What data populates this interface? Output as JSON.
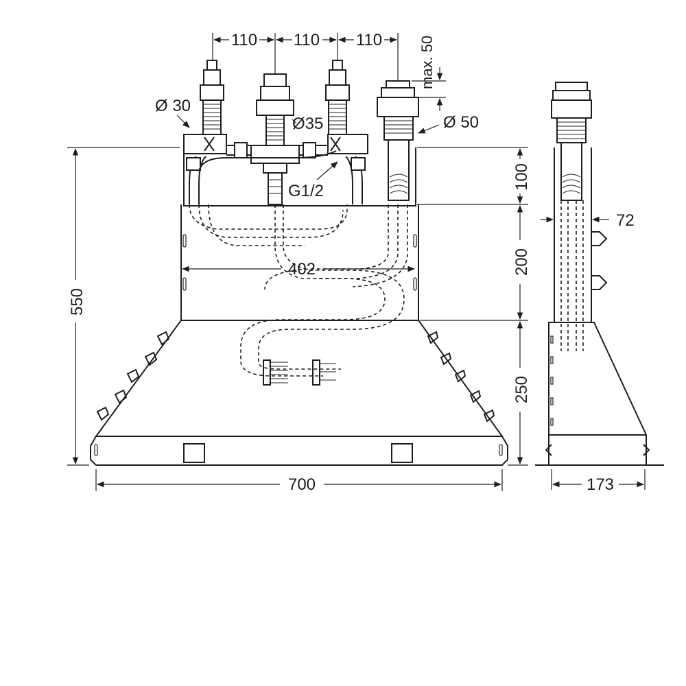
{
  "front_view": {
    "spacing_1": "110",
    "spacing_2": "110",
    "spacing_3": "110",
    "diameter_30": "Ø 30",
    "diameter_35": "Ø35",
    "diameter_50": "Ø 50",
    "max_50": "max. 50",
    "thread": "G1/2",
    "inner_width": "402",
    "total_height": "550",
    "total_width": "700",
    "height_100": "100",
    "height_200": "200",
    "height_250": "250"
  },
  "side_view": {
    "width_72": "72",
    "depth_173": "173"
  }
}
